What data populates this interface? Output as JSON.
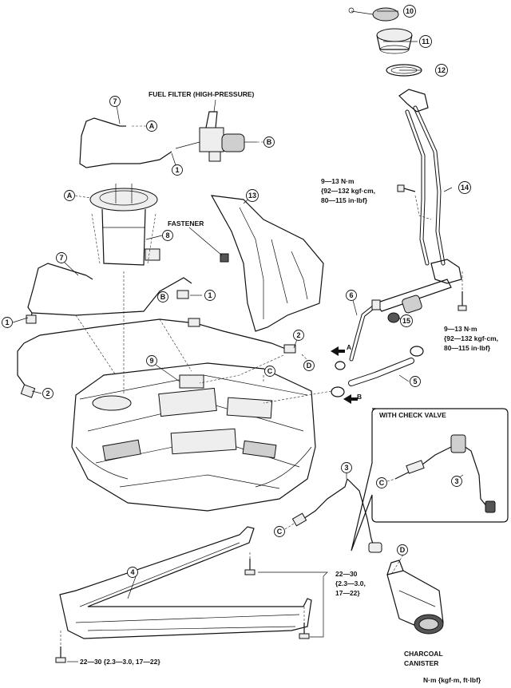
{
  "labels": {
    "fuel_filter": "FUEL FILTER (HIGH-PRESSURE)",
    "fastener": "FASTENER",
    "with_check_valve": "WITH CHECK VALVE",
    "charcoal_canister_line1": "CHARCOAL",
    "charcoal_canister_line2": "CANISTER",
    "units": "N·m {kgf·m, ft·lbf}"
  },
  "torque_specs": {
    "filler_bracket": [
      "9—13 N·m",
      "{92—132 kgf·cm,",
      "80—115 in·lbf}"
    ],
    "filler_lower": [
      "9—13 N·m",
      "{92—132 kgf·cm,",
      "80—115 in·lbf}"
    ],
    "bracket_upper": [
      "22—30",
      "{2.3—3.0,",
      "17—22}"
    ],
    "bracket_lower": "22—30 {2.3—3.0, 17—22}"
  },
  "parts": {
    "p1": "1",
    "p2": "2",
    "p3": "3",
    "p4": "4",
    "p5": "5",
    "p6": "6",
    "p7": "7",
    "p8": "8",
    "p9": "9",
    "p10": "10",
    "p11": "11",
    "p12": "12",
    "p13": "13",
    "p14": "14",
    "p15": "15"
  },
  "refs": {
    "A": "A",
    "B": "B",
    "C": "C",
    "D": "D"
  }
}
